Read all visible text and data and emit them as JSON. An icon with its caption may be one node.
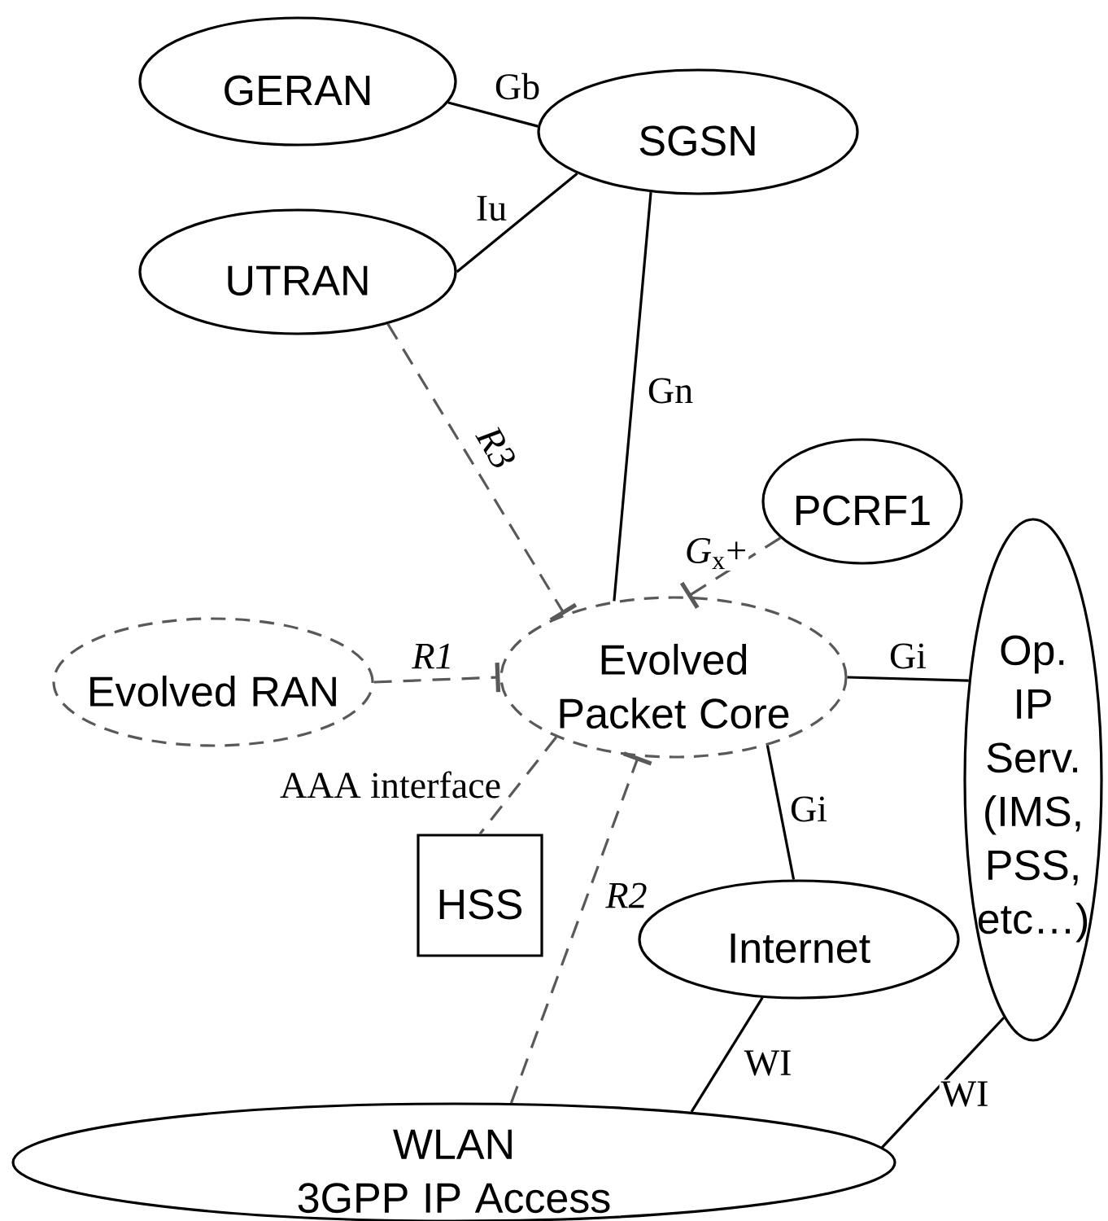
{
  "diagram": {
    "nodes": [
      {
        "text": [
          "GERAN"
        ]
      },
      {
        "text": [
          "SGSN"
        ]
      },
      {
        "text": [
          "UTRAN"
        ]
      },
      {
        "text": [
          "PCRF1"
        ]
      },
      {
        "text": [
          "Evolved RAN"
        ]
      },
      {
        "text": [
          "Evolved Packet Core"
        ]
      },
      {
        "text": [
          "Op. IP Serv. (IMS, PSS, etc…)"
        ]
      },
      {
        "text": [
          "HSS"
        ]
      },
      {
        "text": [
          "Internet"
        ]
      },
      {
        "text": [
          "WLAN 3GPP IP Access"
        ]
      }
    ],
    "edges": [
      {
        "from": 0,
        "to": 1,
        "arrow": "none",
        "label": "Gb"
      },
      {
        "from": 2,
        "to": 1,
        "arrow": "none",
        "label": "Iu"
      },
      {
        "from": 2,
        "to": 5,
        "arrow": "other",
        "label": "R3",
        "style": "dashed",
        "color": "#595959"
      },
      {
        "from": 1,
        "to": 5,
        "arrow": "none",
        "label": "Gn"
      },
      {
        "from": 3,
        "to": 5,
        "arrow": "other",
        "label": "*G*$_{x}$+",
        "style": "dashed",
        "color": "#595959"
      },
      {
        "from": 4,
        "to": 5,
        "arrow": "other",
        "label": "R1",
        "style": "dashed",
        "color": "#595959"
      },
      {
        "from": 5,
        "to": 6,
        "arrow": "none",
        "label": "Gi"
      },
      {
        "from": 5,
        "to": 7,
        "arrow": "none",
        "label": "AAA interface",
        "style": "dashed",
        "color": "#595959"
      },
      {
        "from": 9,
        "to": 5,
        "arrow": "other",
        "label": "R2",
        "style": "dashed",
        "color": "#595959"
      },
      {
        "from": 5,
        "to": 8,
        "arrow": "none",
        "label": "Gi"
      },
      {
        "from": 8,
        "to": 9,
        "arrow": "none",
        "label": "WI"
      },
      {
        "from": 6,
        "to": 9,
        "arrow": "none",
        "label": "WI"
      }
    ]
  }
}
